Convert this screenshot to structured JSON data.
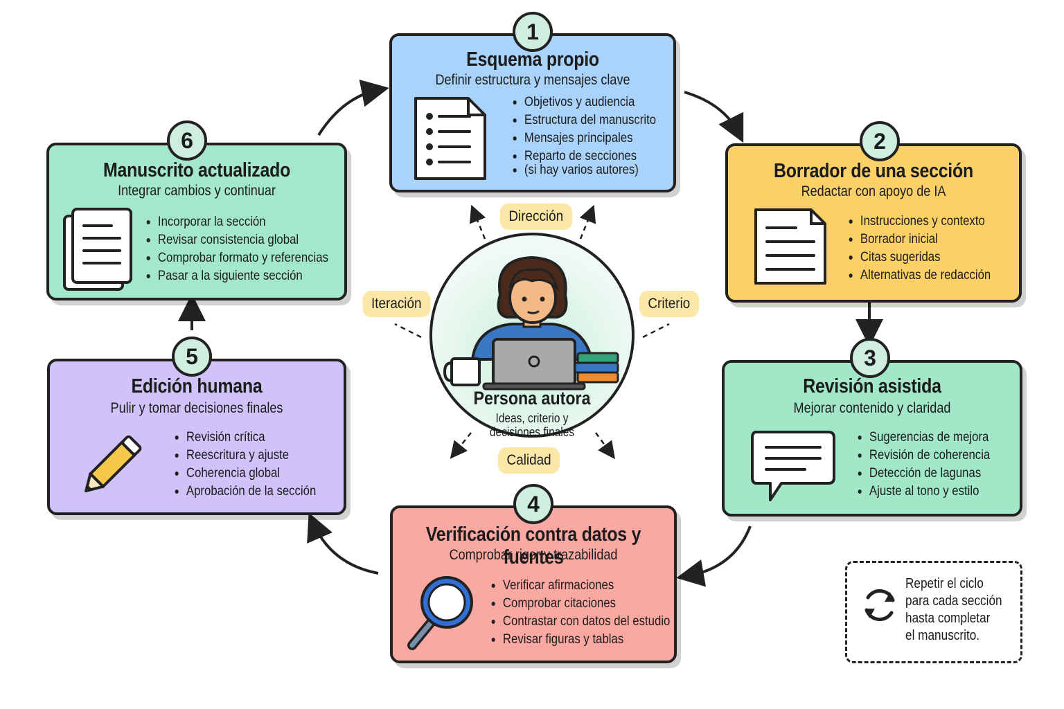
{
  "steps": [
    {
      "number": "1",
      "title": "Esquema propio",
      "subtitle": "Definir estructura y mensajes clave",
      "items": [
        "Objetivos y audiencia",
        "Estructura del manuscrito",
        "Mensajes principales",
        "Reparto de secciones",
        "(si hay varios autores)"
      ]
    },
    {
      "number": "2",
      "title": "Borrador de una sección",
      "subtitle": "Redactar con apoyo de IA",
      "items": [
        "Instrucciones y contexto",
        "Borrador inicial",
        "Citas sugeridas",
        "Alternativas de redacción"
      ]
    },
    {
      "number": "3",
      "title": "Revisión asistida",
      "subtitle": "Mejorar contenido y claridad",
      "items": [
        "Sugerencias de mejora",
        "Revisión de coherencia",
        "Detección de lagunas",
        "Ajuste al tono y estilo"
      ]
    },
    {
      "number": "4",
      "title": "Verificación contra datos y fuentes",
      "subtitle": "Comprobar rigor y trazabilidad",
      "items": [
        "Verificar afirmaciones",
        "Comprobar citaciones",
        "Contrastar con datos del estudio",
        "Revisar figuras y tablas"
      ]
    },
    {
      "number": "5",
      "title": "Edición humana",
      "subtitle": "Pulir y tomar decisiones finales",
      "items": [
        "Revisión crítica",
        "Reescritura y ajuste",
        "Coherencia global",
        "Aprobación de la sección"
      ]
    },
    {
      "number": "6",
      "title": "Manuscrito actualizado",
      "subtitle": "Integrar cambios y continuar",
      "items": [
        "Incorporar la sección",
        "Revisar consistencia global",
        "Comprobar formato y referencias",
        "Pasar a la siguiente sección"
      ]
    }
  ],
  "center": {
    "title": "Persona autora",
    "subtitle_line1": "Ideas, criterio y",
    "subtitle_line2": "decisiones finales",
    "tags": {
      "top": "Dirección",
      "left": "Iteración",
      "right": "Criterio",
      "bottom": "Calidad"
    }
  },
  "note": {
    "lines": [
      "Repetir el ciclo",
      "para cada sección",
      "hasta completar",
      "el manuscrito."
    ],
    "icon": "refresh-cycle-icon"
  },
  "colors": {
    "step1": "#a9d3fb",
    "step2": "#fad067",
    "step3": "#a2e8c8",
    "step4": "#f9a8a2",
    "step5": "#cfc3f9",
    "step6": "#a4e8cc",
    "badge": "#cfeee0",
    "tag": "#fbe7a6"
  }
}
